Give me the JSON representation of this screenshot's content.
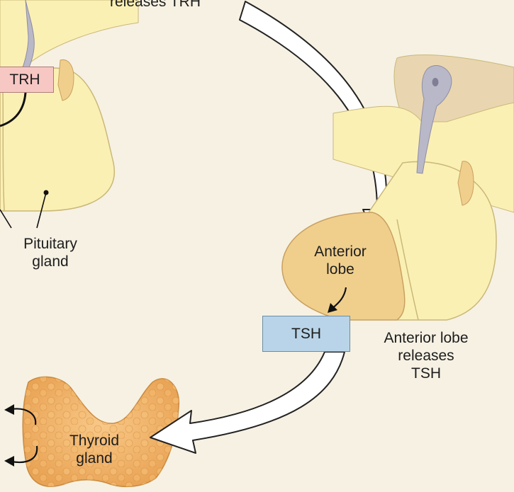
{
  "labels": {
    "hypothalamus_caption": "releases TRH",
    "pituitary_gland_line1": "Pituitary",
    "pituitary_gland_line2": "gland",
    "anterior_lobe_line1": "Anterior",
    "anterior_lobe_line2": "lobe",
    "anterior_release_line1": "Anterior lobe",
    "anterior_release_line2": "releases",
    "anterior_release_line3": "TSH",
    "thyroid_line1": "Thyroid",
    "thyroid_line2": "gland"
  },
  "hormones": {
    "trh": "TRH",
    "tsh": "TSH"
  },
  "colors": {
    "background": "#f6f1e3",
    "gland_pale_yellow": "#fbf0b4",
    "anterior_lobe_tan": "#f0cf8d",
    "thyroid_orange": "#f2b465",
    "trh_box": "#f7c7c4",
    "tsh_box": "#b9d4e8",
    "stalk_gray": "#b9b8c8"
  }
}
